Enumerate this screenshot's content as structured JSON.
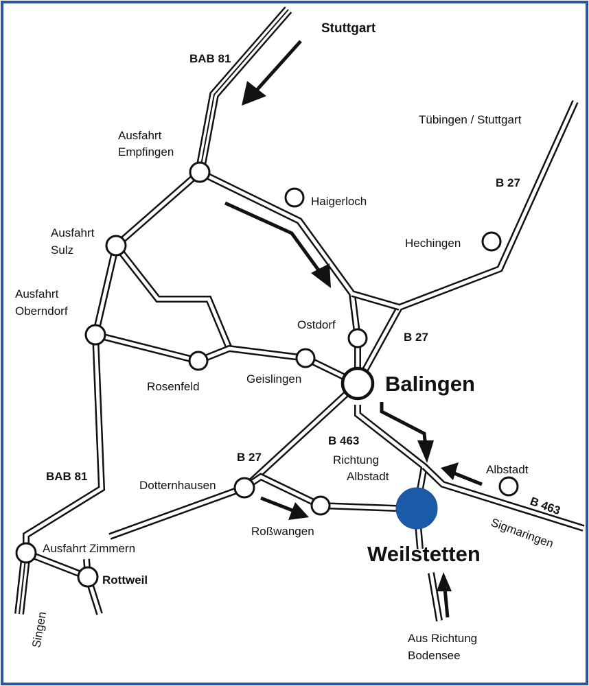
{
  "colors": {
    "frame": "#2a55a2",
    "destination": "#1a5aa6",
    "roads": "#111111"
  },
  "labels": {
    "stuttgart": "Stuttgart",
    "bab81_top": "BAB 81",
    "tuebingen_stuttgart": "Tübingen / Stuttgart",
    "ausfahrt_empfingen": [
      "Ausfahrt",
      "Empfingen"
    ],
    "haigerloch": "Haigerloch",
    "b27_top": "B 27",
    "hechingen": "Hechingen",
    "ausfahrt_sulz": [
      "Ausfahrt",
      "Sulz"
    ],
    "ausfahrt_oberndorf": [
      "Ausfahrt",
      "Oberndorf"
    ],
    "ostdorf": "Ostdorf",
    "b27_mid": "B 27",
    "rosenfeld": "Rosenfeld",
    "geislingen": "Geislingen",
    "balingen": "Balingen",
    "b463_mid": "B 463",
    "richtung_albstadt": [
      "Richtung",
      "Albstadt"
    ],
    "b27_low": "B 27",
    "albstadt": "Albstadt",
    "bab81_low": "BAB 81",
    "dotternhausen": "Dotternhausen",
    "b463_right": "B 463",
    "sigmaringen": "Sigmaringen",
    "rosswangen": "Roßwangen",
    "ausfahrt_zimmern": "Ausfahrt Zimmern",
    "weilstetten": "Weilstetten",
    "rottweil": "Rottweil",
    "singen": "Singen",
    "aus_richtung_bodensee": [
      "Aus Richtung",
      "Bodensee"
    ]
  }
}
